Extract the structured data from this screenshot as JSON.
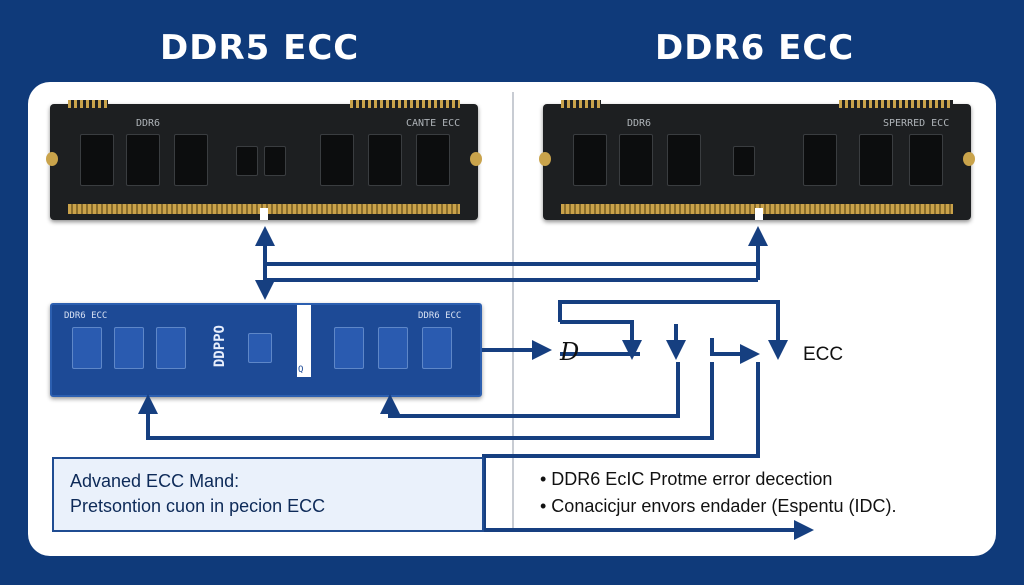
{
  "titles": {
    "left": "DDR5 ECC",
    "right": "DDR6 ECC"
  },
  "modules": {
    "ddr5": {
      "chip_label": "DDR6",
      "right_label": "CANTE ECC"
    },
    "ddr6": {
      "chip_label": "DDR6",
      "right_label": "SPERRED ECC"
    },
    "blue": {
      "left_label": "DDR6 ECC",
      "right_label": "DDR6 ECC",
      "vertical_text": "DDPPO",
      "slot_text": "Q"
    }
  },
  "flow": {
    "d_label": "D",
    "ecc_label": "ECC"
  },
  "left_box": {
    "title": "Advaned ECC Mand:",
    "subtitle": "Pretsontion cuon in pecion ECC"
  },
  "bullets": [
    "• DDR6 EcIC Protme error decection",
    "• Conacicjur envors endader (Espentu (IDC)."
  ],
  "colors": {
    "background": "#0f3a7a",
    "arrow": "#163f80",
    "panel": "#ffffff",
    "module_blue": "#1d4a96"
  }
}
